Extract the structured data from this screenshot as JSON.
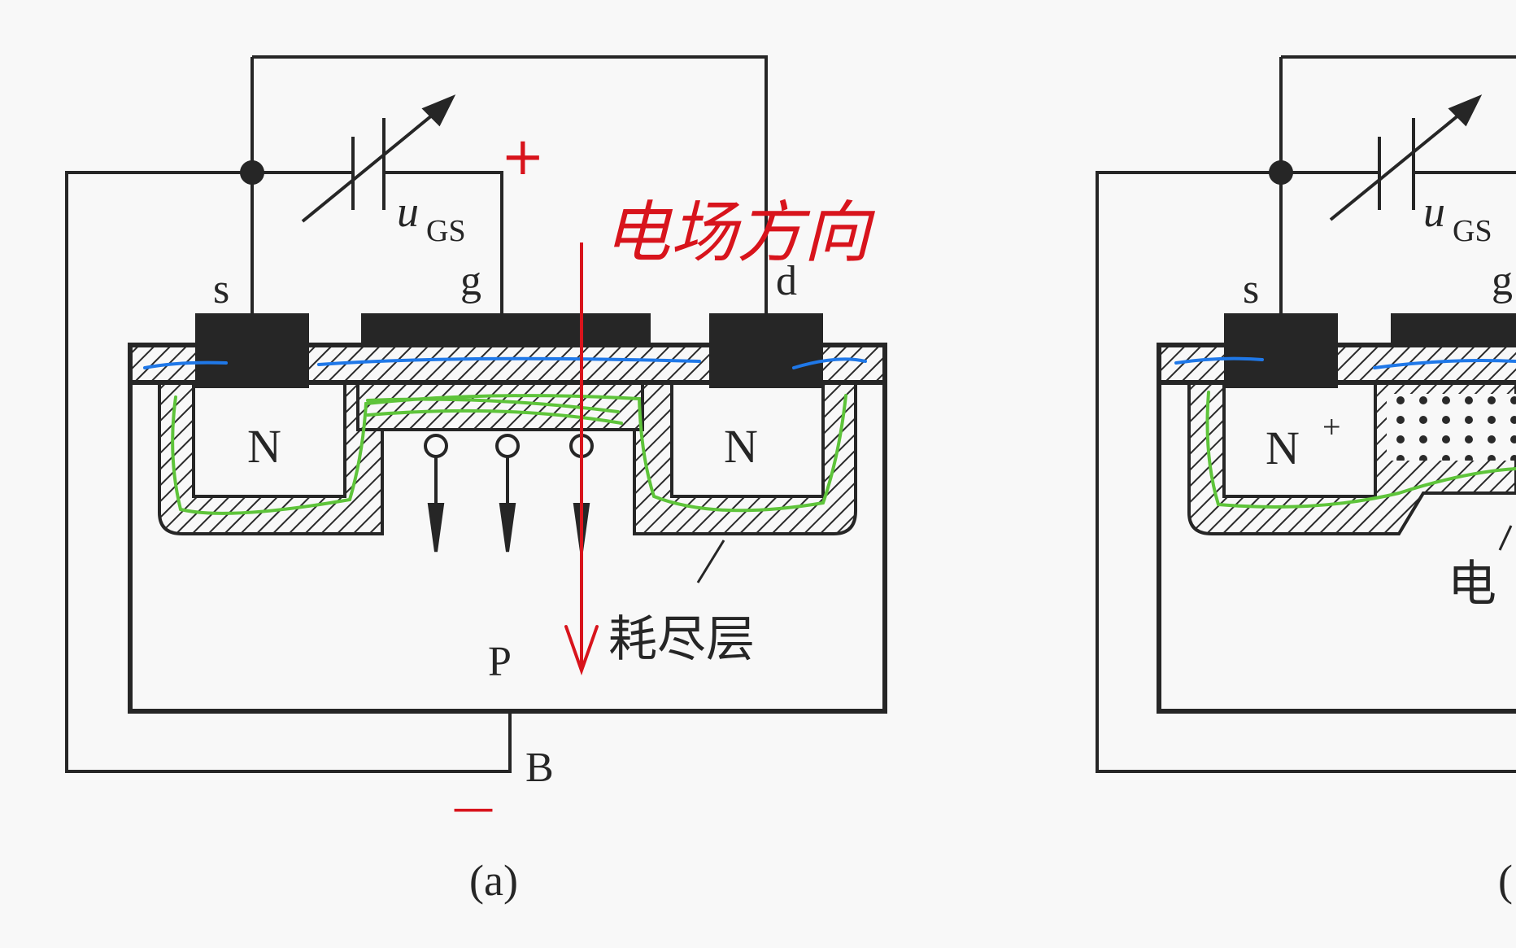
{
  "figure_a": {
    "terminals": {
      "source": "s",
      "gate": "g",
      "drain": "d",
      "body": "B"
    },
    "gate_voltage_label": "u",
    "gate_voltage_subscript": "GS",
    "region_left": "N",
    "region_right": "N",
    "substrate": "P",
    "depletion_label": "耗尽层",
    "caption": "(a)"
  },
  "figure_b": {
    "terminals": {
      "source": "s",
      "gate": "g"
    },
    "gate_voltage_label": "u",
    "gate_voltage_subscript": "GS",
    "region_left": "N",
    "region_left_superscript": "+",
    "partial_label": "电",
    "caption_partial": "("
  },
  "annotations": {
    "plus_sign": "+",
    "minus_sign": "—",
    "field_direction_text": "电场方向",
    "colors": {
      "red_ink": "#d8141c",
      "blue_ink": "#1f78e8",
      "green_ink": "#5ec43a",
      "print": "#262626"
    }
  }
}
